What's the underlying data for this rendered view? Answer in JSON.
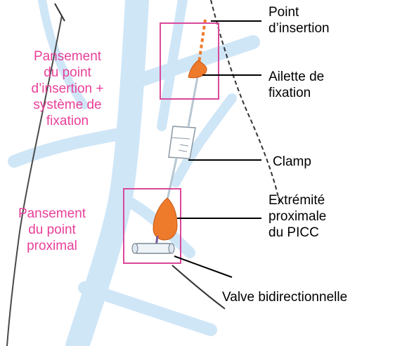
{
  "colors": {
    "pink_label": "#e8409a",
    "box_outline": "#d9489b",
    "vein_blue": "#cfe6f7",
    "catheter_orange": "#ee7a2c",
    "leader_line": "#000000"
  },
  "annotations": {
    "dressing_insertion": [
      "Pansement",
      "du point",
      "d’insertion +",
      "système de",
      "fixation"
    ],
    "dressing_proximal": [
      "Pansement",
      "du point",
      "proximal"
    ],
    "insertion_point": [
      "Point",
      "d’insertion"
    ],
    "fixation_wing": [
      "Ailette de",
      "fixation"
    ],
    "clamp": "Clamp",
    "proximal_end": [
      "Extrémité",
      "proximale",
      "du PICC"
    ],
    "bidirectional_valve": "Valve bidirectionnelle"
  }
}
